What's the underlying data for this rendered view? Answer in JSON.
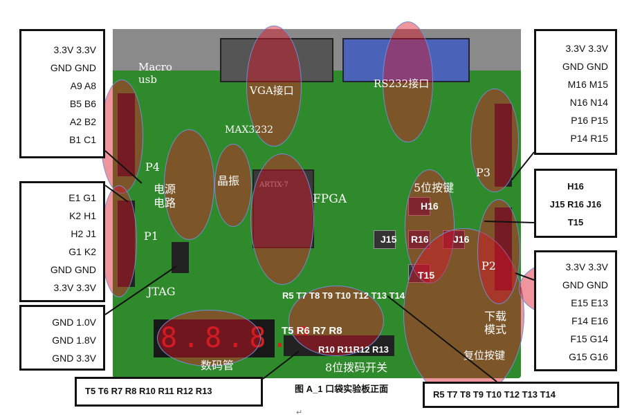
{
  "callouts": {
    "top_left": [
      "3.3V 3.3V",
      "GND GND",
      "A9 A8",
      "B5 B6",
      "A2  B2",
      "B1 C1"
    ],
    "mid_left": [
      "E1 G1",
      "K2 H1",
      "H2 J1",
      "G1 K2",
      "GND GND",
      "3.3V 3.3V"
    ],
    "bottom_left": [
      "GND 1.0V",
      "GND 1.8V",
      "GND 3.3V"
    ],
    "top_right": [
      "3.3V 3.3V",
      "GND GND",
      "M16 M15",
      "N16 N14",
      "P16 P15",
      "P14 R15"
    ],
    "mid_right": [
      "H16",
      "J15 R16 J16",
      "T15"
    ],
    "bottom_right": [
      "3.3V 3.3V",
      "GND GND",
      "E15 E13",
      "F14 E16",
      "F15 G14",
      "G15 G16"
    ],
    "bottom_center": "T5 T6 R7 R8 R10 R11 R12 R13",
    "bottom_right_wide": "R5 T7 T8 T9 T10 T12 T13 T14"
  },
  "board_labels": {
    "vga": "VGA接口",
    "rs232": "RS232接口",
    "micro_usb": "Macro usb",
    "max3232": "MAX3232",
    "power": "电源 电路",
    "crystal": "晶振",
    "fpga": "FPGA",
    "keys5": "5位按键",
    "p4": "P4",
    "p1": "P1",
    "p3": "P3",
    "p2": "P2",
    "jtag": "JTAG",
    "seg": "数码管",
    "dip": "8位拨码开关",
    "download": "下载 模式",
    "reset_key": "复位按键",
    "led_pins": "R5 T7 T8 T9 T10 T12 T13 T14",
    "dip_pins_a": "T5 R6 R7 R8",
    "dip_pins_b": "R10 R11R12 R13",
    "key_h16": "H16",
    "key_j15": "J15",
    "key_r16": "R16",
    "key_j16": "J16",
    "key_t15": "T15",
    "chip": "ARTIX-7"
  },
  "caption": "图 A_1 口袋实验板正面",
  "paragraph_mark": "↵",
  "colors": {
    "board": "#2e8a2a",
    "highlight": "#dc1428",
    "ellipse_border": "#6f8fd8"
  }
}
